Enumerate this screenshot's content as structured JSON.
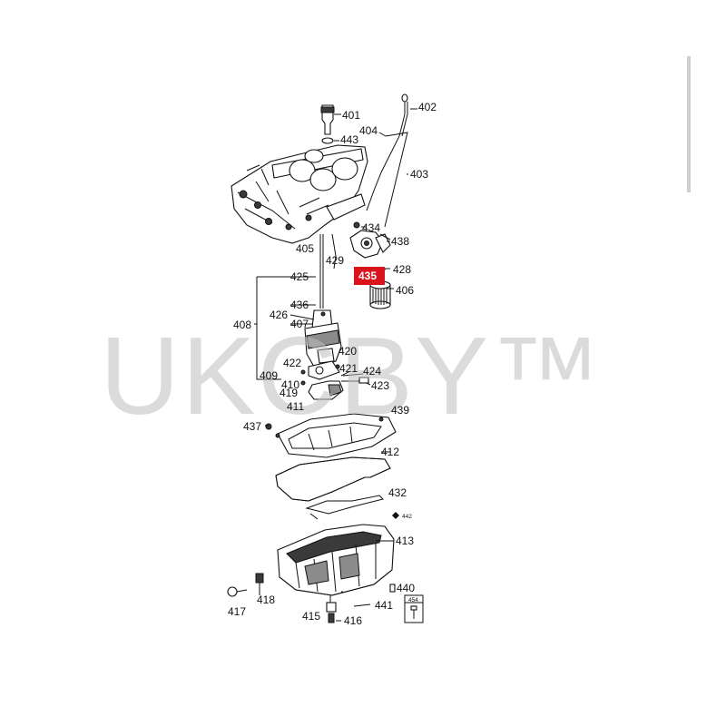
{
  "watermark": "UKCBY™",
  "highlight_color": "#d9141c",
  "callouts": [
    {
      "id": "401",
      "text": "401"
    },
    {
      "id": "402",
      "text": "402"
    },
    {
      "id": "403",
      "text": "403"
    },
    {
      "id": "404",
      "text": "404"
    },
    {
      "id": "405",
      "text": "405"
    },
    {
      "id": "406",
      "text": "406"
    },
    {
      "id": "407",
      "text": "407"
    },
    {
      "id": "408",
      "text": "408"
    },
    {
      "id": "409",
      "text": "409"
    },
    {
      "id": "410",
      "text": "410"
    },
    {
      "id": "411",
      "text": "411"
    },
    {
      "id": "412",
      "text": "412"
    },
    {
      "id": "413",
      "text": "413"
    },
    {
      "id": "415",
      "text": "415"
    },
    {
      "id": "416",
      "text": "416"
    },
    {
      "id": "417",
      "text": "417"
    },
    {
      "id": "418",
      "text": "418"
    },
    {
      "id": "419",
      "text": "419"
    },
    {
      "id": "420",
      "text": "420"
    },
    {
      "id": "421",
      "text": "421"
    },
    {
      "id": "422",
      "text": "422"
    },
    {
      "id": "423",
      "text": "423"
    },
    {
      "id": "424",
      "text": "424"
    },
    {
      "id": "425",
      "text": "425"
    },
    {
      "id": "426",
      "text": "426"
    },
    {
      "id": "428",
      "text": "428"
    },
    {
      "id": "429",
      "text": "429"
    },
    {
      "id": "432",
      "text": "432"
    },
    {
      "id": "434",
      "text": "434"
    },
    {
      "id": "435",
      "text": "435"
    },
    {
      "id": "436",
      "text": "436"
    },
    {
      "id": "437",
      "text": "437"
    },
    {
      "id": "438",
      "text": "438"
    },
    {
      "id": "439",
      "text": "439"
    },
    {
      "id": "440",
      "text": "440"
    },
    {
      "id": "441",
      "text": "441"
    },
    {
      "id": "442",
      "text": "442"
    },
    {
      "id": "443",
      "text": "443"
    },
    {
      "id": "454",
      "text": "454"
    }
  ]
}
